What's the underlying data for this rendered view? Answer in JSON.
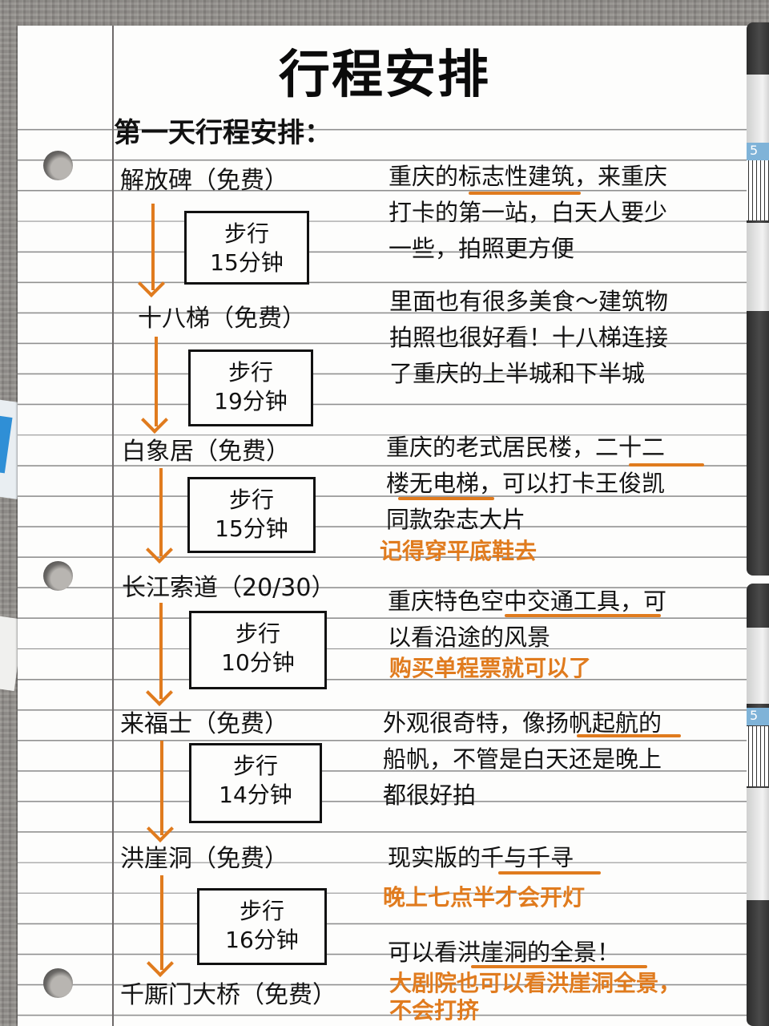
{
  "title": "行程安排",
  "day_heading": "第一天行程安排：",
  "stops": [
    {
      "name": "解放碑（免费）",
      "desc": [
        "重庆的标志性建筑，来重庆",
        "打卡的第一站，白天人要少",
        "一些，拍照更方便"
      ],
      "note": []
    },
    {
      "name": "十八梯（免费）",
      "desc": [
        "里面也有很多美食～建筑物",
        "拍照也很好看！十八梯连接",
        "了重庆的上半城和下半城"
      ],
      "note": []
    },
    {
      "name": "白象居（免费）",
      "desc": [
        "重庆的老式居民楼，二十二",
        "楼无电梯，可以打卡王俊凯",
        "同款杂志大片"
      ],
      "note": [
        "记得穿平底鞋去"
      ]
    },
    {
      "name": "长江索道（20/30）",
      "desc": [
        "重庆特色空中交通工具，可",
        "以看沿途的风景"
      ],
      "note": [
        "购买单程票就可以了"
      ]
    },
    {
      "name": "来福士（免费）",
      "desc": [
        "外观很奇特，像扬帆起航的",
        "船帆，不管是白天还是晚上",
        "都很好拍"
      ],
      "note": []
    },
    {
      "name": "洪崖洞（免费）",
      "desc": [
        "现实版的千与千寻"
      ],
      "note": [
        "晚上七点半才会开灯"
      ]
    },
    {
      "name": "千厮门大桥（免费）",
      "desc": [
        "可以看洪崖洞的全景！"
      ],
      "note": [
        "大剧院也可以看洪崖洞全景，",
        "不会打挤"
      ]
    }
  ],
  "walks": [
    {
      "mode": "步行",
      "time": "15分钟"
    },
    {
      "mode": "步行",
      "time": "19分钟"
    },
    {
      "mode": "步行",
      "time": "15分钟"
    },
    {
      "mode": "步行",
      "time": "10分钟"
    },
    {
      "mode": "步行",
      "time": "14分钟"
    },
    {
      "mode": "步行",
      "time": "16分钟"
    }
  ],
  "colors": {
    "accent": "#e07b1e",
    "text": "#111111",
    "paper": "#fdfdfc"
  }
}
